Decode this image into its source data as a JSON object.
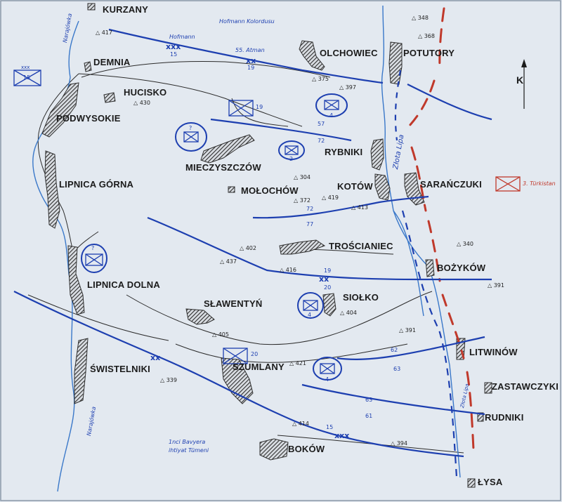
{
  "villages": [
    {
      "id": "kurzany",
      "label": "KURZANY"
    },
    {
      "id": "demnia",
      "label": "DEMNIA"
    },
    {
      "id": "hucisko",
      "label": "HUCISKO"
    },
    {
      "id": "podwysokie",
      "label": "PODWYSOKIE"
    },
    {
      "id": "olchowiec",
      "label": "OLCHOWIEC"
    },
    {
      "id": "potutory",
      "label": "POTUTORY"
    },
    {
      "id": "mieczyszczow",
      "label": "MIECZYSZCZÓW"
    },
    {
      "id": "rybniki",
      "label": "RYBNIKI"
    },
    {
      "id": "lipnica-gorna",
      "label": "LIPNICA GÓRNA"
    },
    {
      "id": "molochow",
      "label": "MOŁOCHÓW"
    },
    {
      "id": "kotow",
      "label": "KOTÓW"
    },
    {
      "id": "saranczuki",
      "label": "SARAŃCZUKI"
    },
    {
      "id": "troscianiec",
      "label": "TROŚCIANIEC"
    },
    {
      "id": "bozykow",
      "label": "BOŻYKÓW"
    },
    {
      "id": "lipnica-dolna",
      "label": "LIPNICA DOLNA"
    },
    {
      "id": "slawentyn",
      "label": "SŁAWENTYŃ"
    },
    {
      "id": "siolko",
      "label": "SIOŁKO"
    },
    {
      "id": "litwinow",
      "label": "LITWINÓW"
    },
    {
      "id": "swistelniki",
      "label": "ŚWISTELNIKI"
    },
    {
      "id": "szumlany",
      "label": "SZUMLANY"
    },
    {
      "id": "zastawczyki",
      "label": "ZASTAWCZYKI"
    },
    {
      "id": "rudniki",
      "label": "RUDNIKI"
    },
    {
      "id": "bokow",
      "label": "BOKÓW"
    },
    {
      "id": "lysa",
      "label": "ŁYSA"
    }
  ],
  "elevations": [
    "417",
    "430",
    "348",
    "368",
    "375",
    "397",
    "304",
    "372",
    "419",
    "413",
    "402",
    "437",
    "416",
    "340",
    "404",
    "391",
    "405",
    "421",
    "339",
    "414",
    "394",
    "391"
  ],
  "rivers": {
    "narajowka_top": "Narajówka",
    "narajowka_bottom": "Narajówka",
    "zlota_lipa": "Złota Lipa",
    "zlota_lipa_south": "Złota Lipa"
  },
  "annotations": {
    "hofmann_kolordusu": "Hofmann Kolordusu",
    "hofmann": "Hofmann",
    "atman": "55. Atman",
    "bavyera_line1": "1nci Bavyera",
    "bavyera_line2": "ihtiyat Tümeni",
    "turkistan": "3. Türkistan"
  },
  "unit_numbers": {
    "u15_box": "15",
    "u15_corps": "15",
    "u19_corps": "19",
    "u19_box": "19",
    "u_q1": "?",
    "u_q2": "?",
    "u4_a": "4",
    "u2": "2",
    "u57": "57",
    "u72": "72",
    "u72b": "72",
    "u77": "77",
    "u19_b": "19",
    "u20_b": "20",
    "u4_b": "4",
    "u20_box": "20",
    "u62": "62",
    "u63": "63",
    "u4_c": "4",
    "u63b": "63",
    "u61": "61",
    "u15_b": "15"
  },
  "compass": {
    "label": "K"
  },
  "colors": {
    "background": "#e3e9f0",
    "friendly": "#1d3fb0",
    "enemy": "#c0392b",
    "village": "#3b3b3b",
    "road": "#2b2b2b",
    "river": "#3a78c9"
  }
}
